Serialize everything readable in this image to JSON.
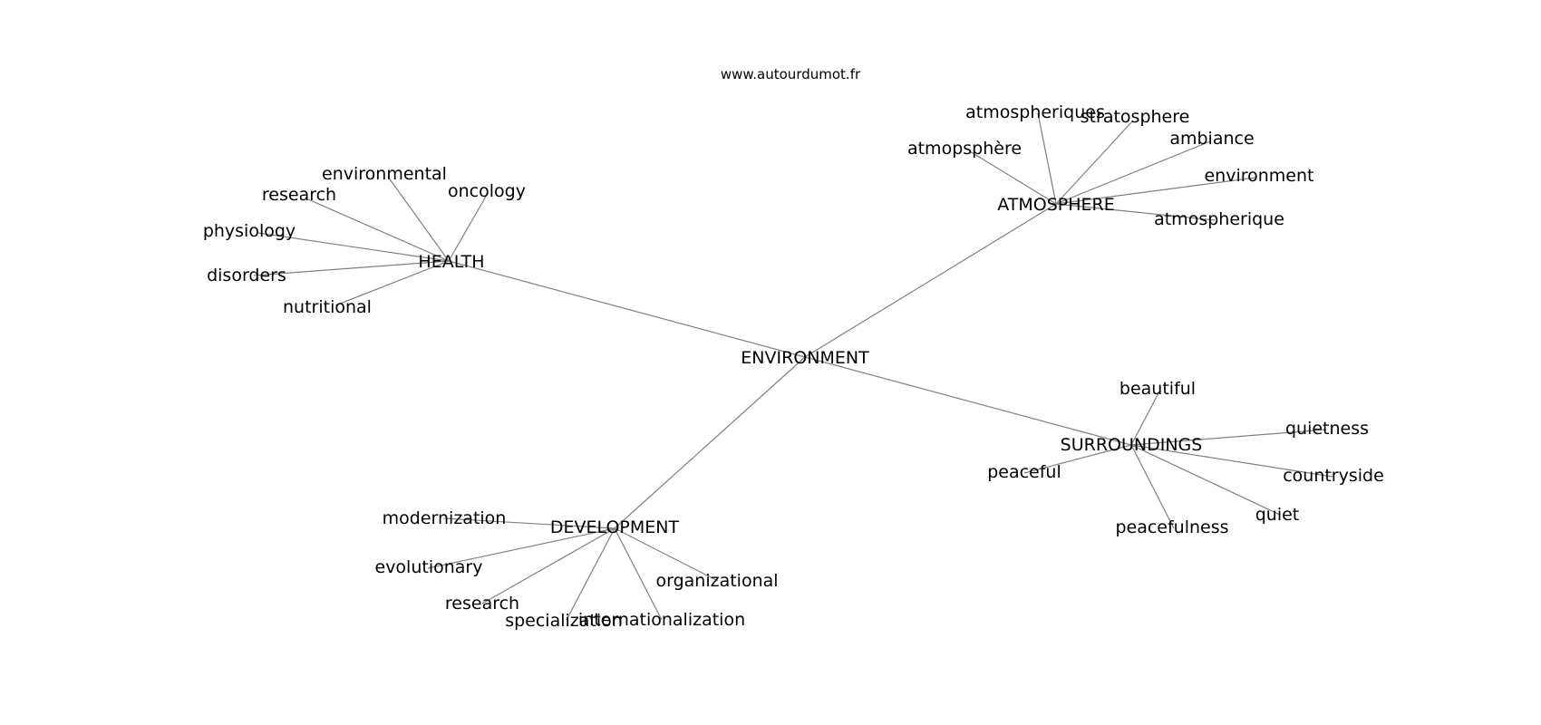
{
  "credit": "www.autourdumot.fr",
  "center": "ENVIRONMENT",
  "clusters": [
    {
      "name": "HEALTH",
      "words": [
        "environmental",
        "oncology",
        "research",
        "physiology",
        "disorders",
        "nutritional"
      ]
    },
    {
      "name": "ATMOSPHERE",
      "words": [
        "atmospheriques",
        "stratosphere",
        "ambiance",
        "atmopsphère",
        "environment",
        "atmospherique"
      ]
    },
    {
      "name": "SURROUNDINGS",
      "words": [
        "beautiful",
        "quietness",
        "peaceful",
        "countryside",
        "quiet",
        "peacefulness"
      ]
    },
    {
      "name": "DEVELOPMENT",
      "words": [
        "modernization",
        "evolutionary",
        "organizational",
        "research",
        "specialization",
        "internationalization"
      ]
    }
  ]
}
